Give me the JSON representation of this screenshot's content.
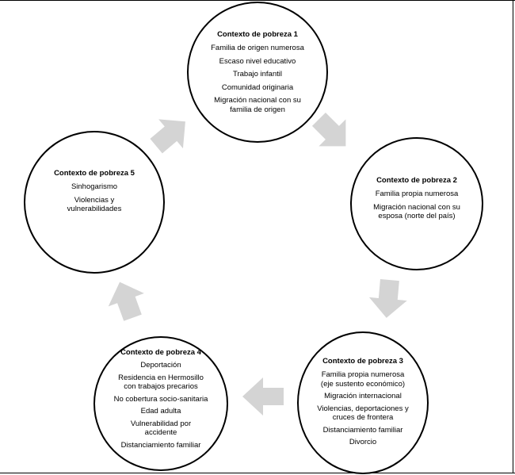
{
  "contexts": [
    {
      "title": "Contexto de pobreza 1",
      "items": [
        "Familia de origen numerosa",
        "Escaso nivel educativo",
        "Trabajo infantil",
        "Comunidad originaria",
        "Migración nacional con su familia de origen"
      ]
    },
    {
      "title": "Contexto de pobreza 2",
      "items": [
        "Familia propia numerosa",
        "Migración nacional con su esposa (norte del país)"
      ]
    },
    {
      "title": "Contexto de pobreza 3",
      "items": [
        "Familia propia numerosa (eje sustento económico)",
        "Migración internacional",
        "Violencias, deportaciones y cruces de frontera",
        "Distanciamiento familiar",
        "Divorcio"
      ]
    },
    {
      "title": "Contexto de pobreza 4",
      "items": [
        "Deportación",
        "Residencia en Hermosillo con trabajos precarios",
        "No cobertura socio-sanitaria",
        "Edad adulta",
        "Vulnerabilidad por accidente",
        "Distanciamiento familiar"
      ]
    },
    {
      "title": "Contexto de pobreza 5",
      "items": [
        "Sinhogarismo",
        "Violencias y vulnerabilidades"
      ]
    }
  ],
  "arrow_color": "#d4d4d4"
}
